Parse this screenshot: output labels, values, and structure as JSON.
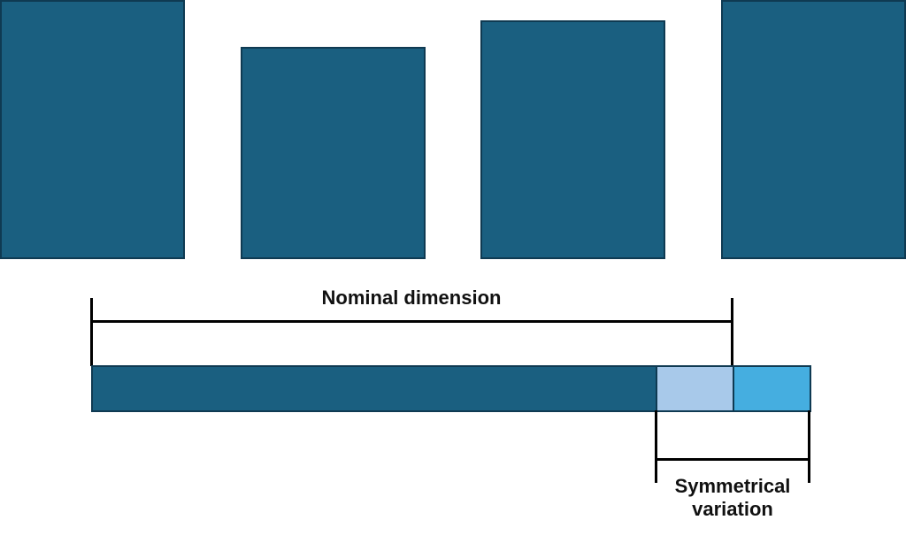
{
  "colors": {
    "panel_dark": "#1a5f80",
    "segment_light": "#a8c9ea",
    "segment_mid": "#45aee0",
    "line": "#000000"
  },
  "labels": {
    "nominal": "Nominal dimension",
    "variation_line1": "Symmetrical",
    "variation_line2": "variation"
  }
}
